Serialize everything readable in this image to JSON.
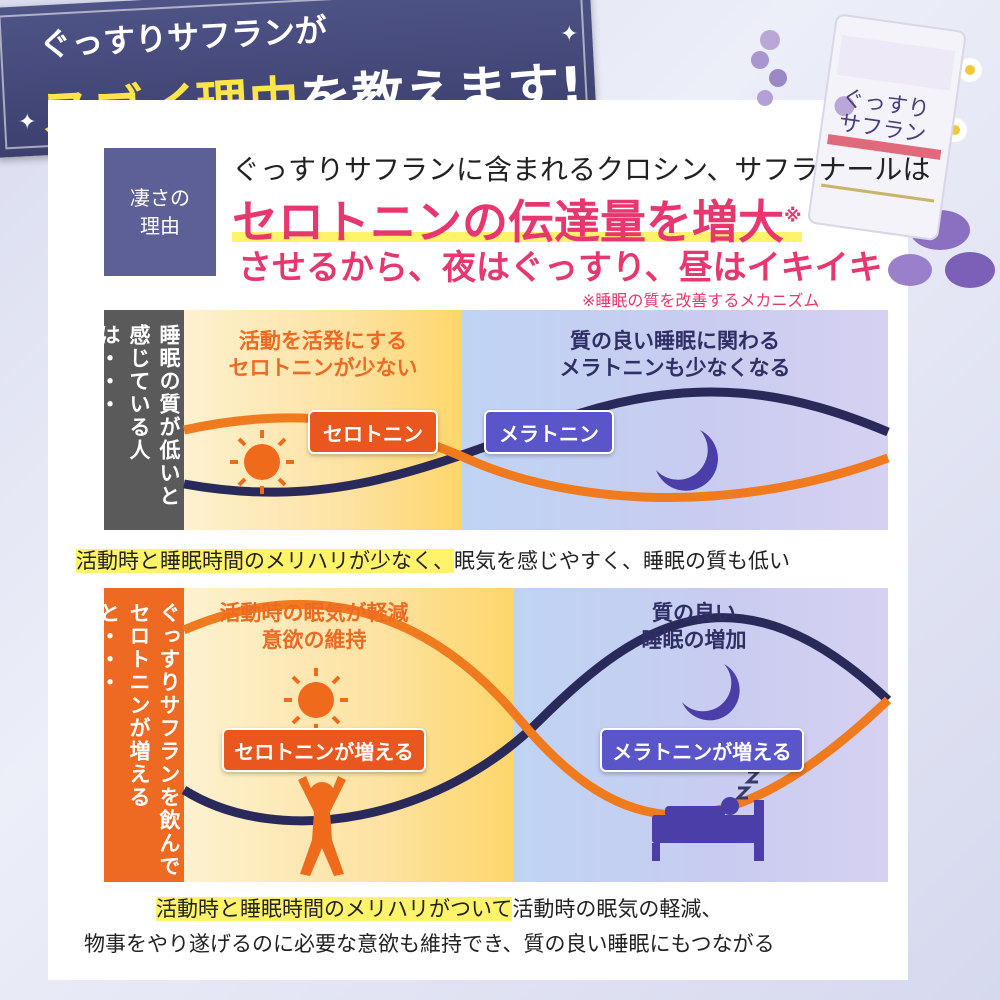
{
  "header": {
    "line1": "ぐっすりサフランが",
    "line2_a": "スゴイ理由",
    "line2_b": "を教えます!"
  },
  "reason": {
    "box_label_1": "凄さの",
    "box_label_2": "理由",
    "intro": "ぐっすりサフランに含まれるクロシン、サフラナールは",
    "headline": "セロトニンの伝達量を増大",
    "headline_mark": "※",
    "sub": "させるから、夜はぐっすり、昼はイキイキ",
    "note": "※睡眠の質を改善するメカニズム"
  },
  "section1": {
    "side_label": "睡眠の質が低いと感じている人は・・・",
    "day_caption_1": "活動を活発にする",
    "day_caption_2": "セロトニンが少ない",
    "night_caption_1": "質の良い睡眠に関わる",
    "night_caption_2": "メラトニンも少なくなる",
    "serotonin_tag": "セロトニン",
    "melatonin_tag": "メラトニン",
    "conclusion_highlight": "活動時と睡眠時間のメリハリが少なく、",
    "conclusion_rest": "眠気を感じやすく、睡眠の質も低い"
  },
  "section2": {
    "side_label": "ぐっすりサフランを飲んでセロトニンが増えると・・・",
    "day_caption_1": "活動時の眠気が軽減",
    "day_caption_2": "意欲の維持",
    "night_caption_1": "質の良い",
    "night_caption_2": "睡眠の増加",
    "serotonin_tag": "セロトニンが増える",
    "melatonin_tag": "メラトニンが増える",
    "conclusion_highlight": "活動時と睡眠時間のメリハリがついて",
    "conclusion_rest": "活動時の眠気の軽減、",
    "conclusion_line2": "物事をやり遂げるのに必要な意欲も維持でき、質の良い睡眠にもつながる"
  },
  "product": {
    "name_1": "ぐっすり",
    "name_2": "サフラン"
  },
  "icons": [
    "sun-icon",
    "moon-icon",
    "person-icon",
    "bed-icon",
    "zzz-icon",
    "flower-icon",
    "sparkle-icon"
  ],
  "colors": {
    "orange": "#ee6a23",
    "navy": "#2f2f66",
    "pink": "#e8366e",
    "yellow": "#ffe44a",
    "purple": "#5a56c9"
  }
}
